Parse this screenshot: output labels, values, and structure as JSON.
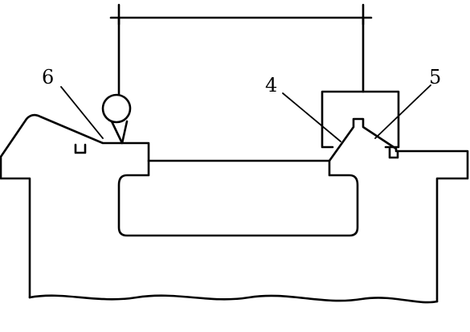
{
  "callouts": {
    "left_label": "6",
    "right_label_a": "4",
    "right_label_b": "5"
  }
}
